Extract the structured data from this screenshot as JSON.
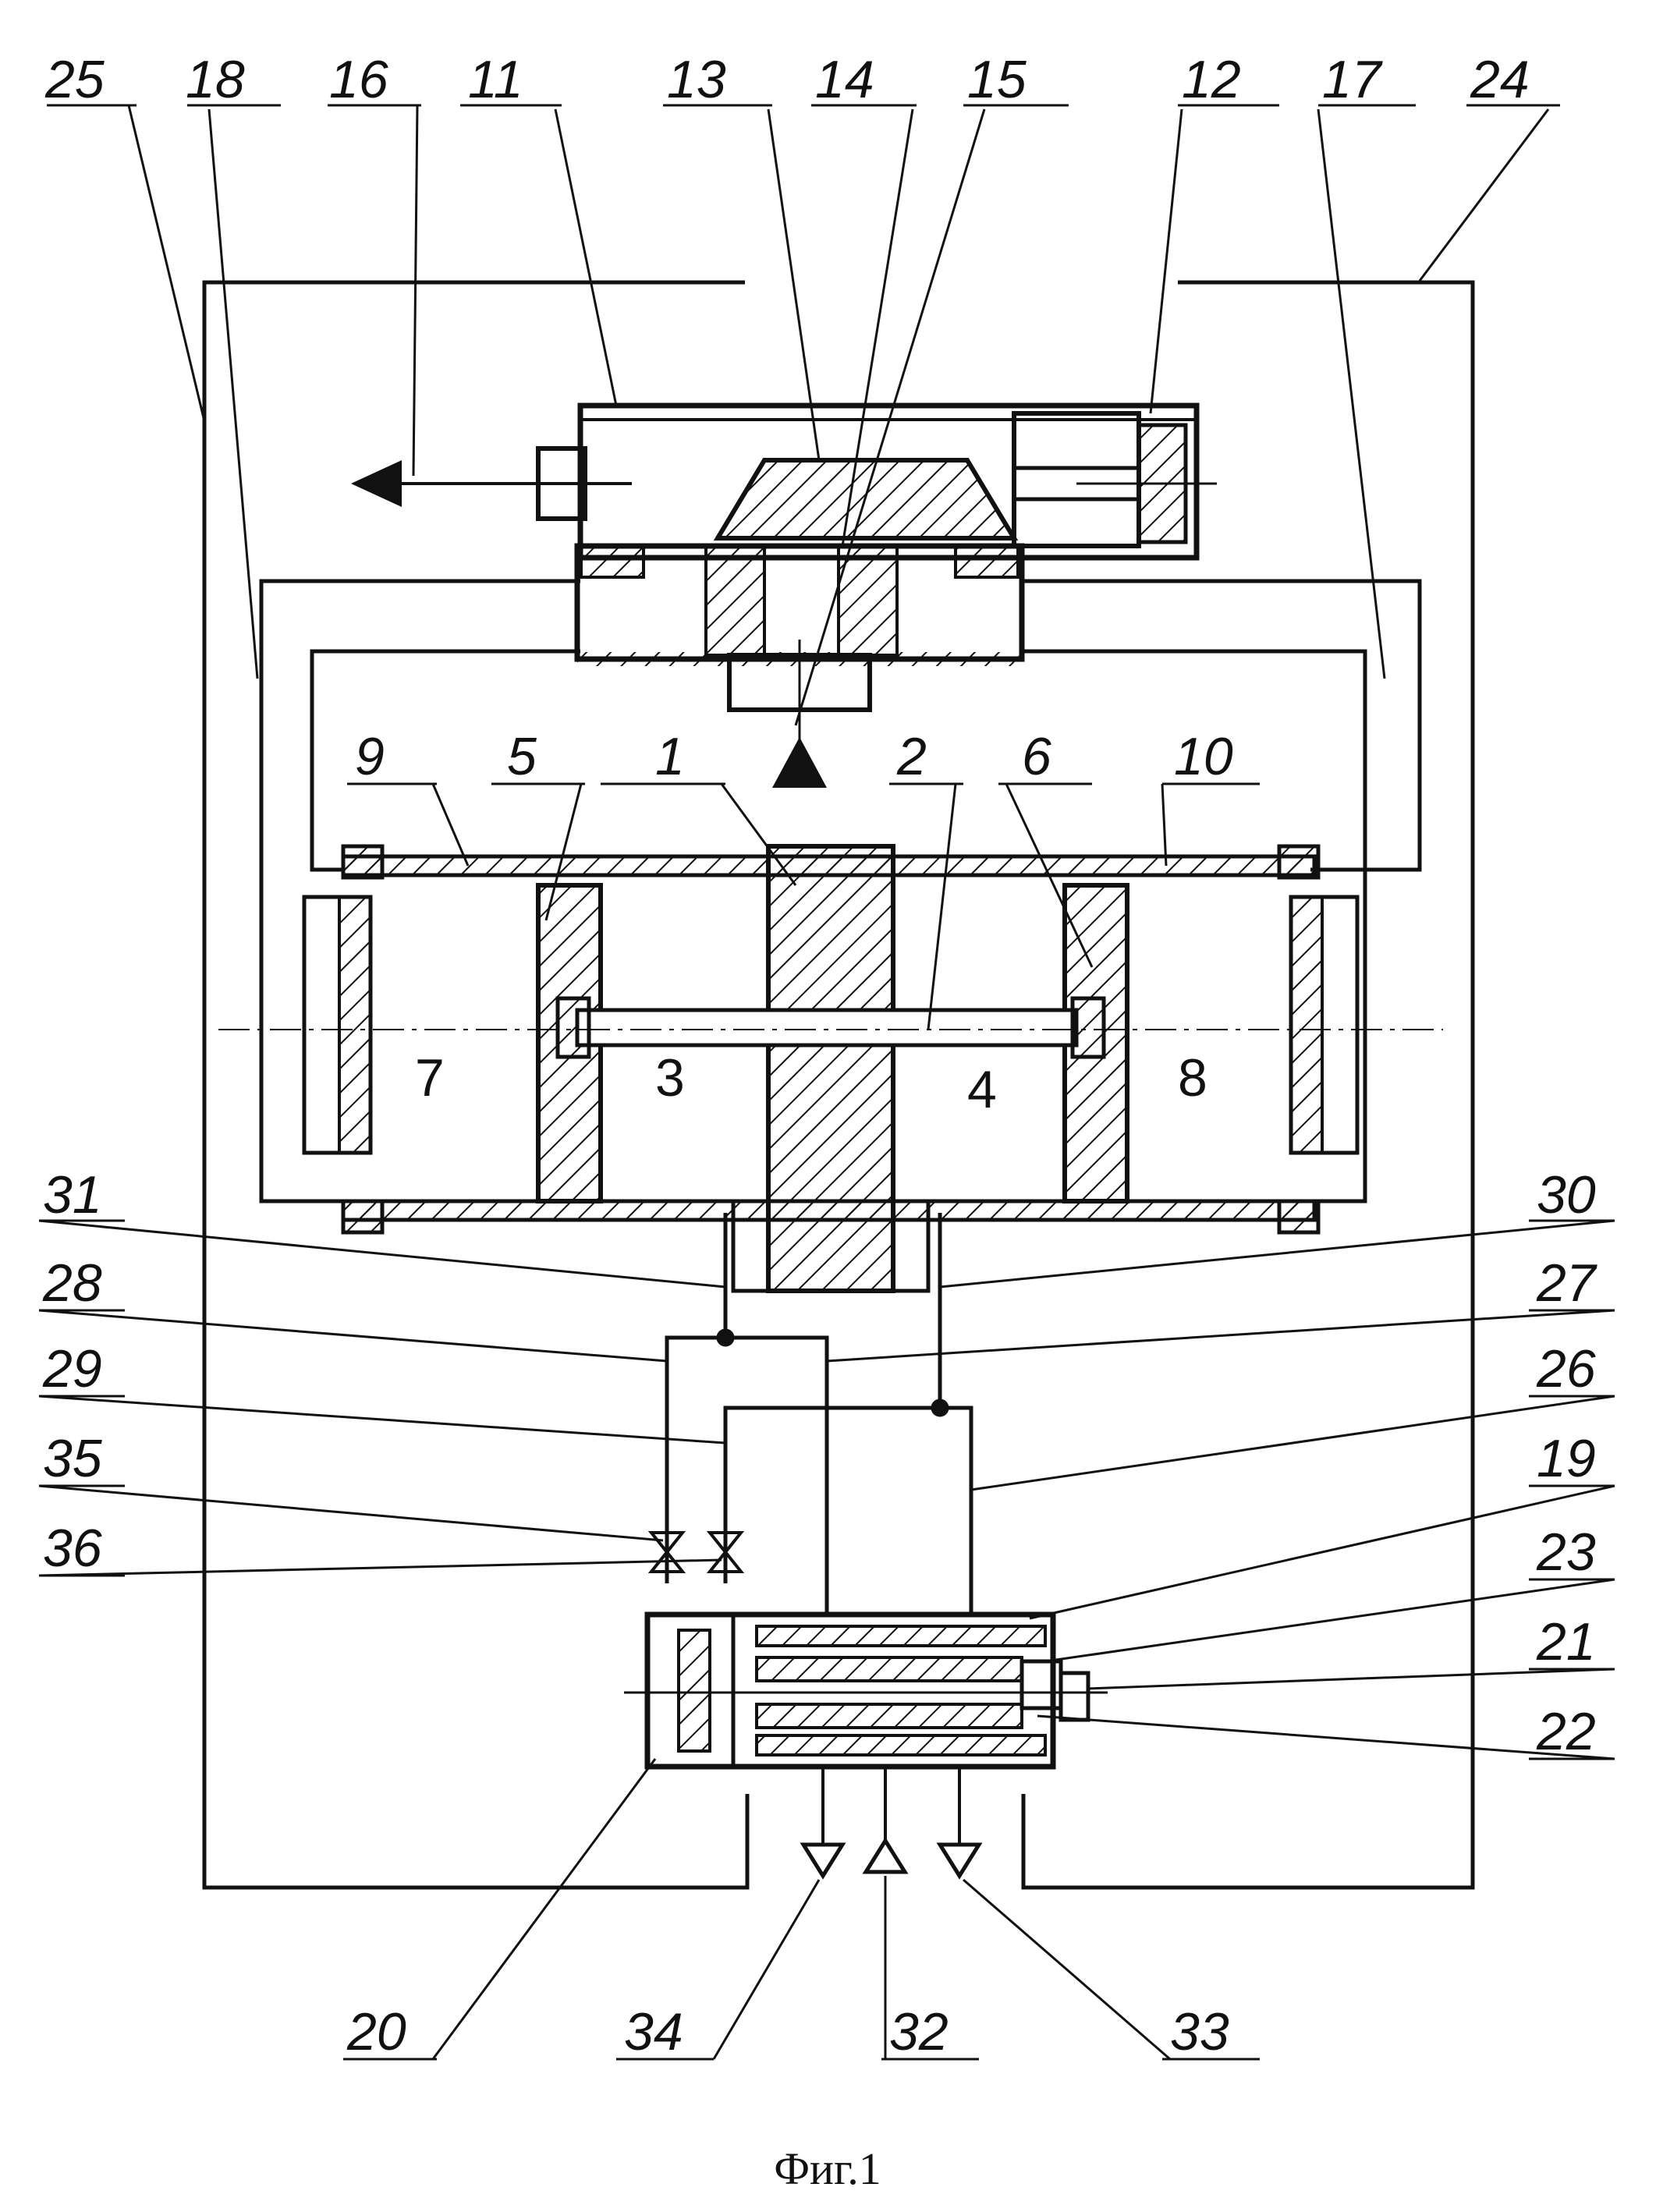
{
  "figure": {
    "caption": "Фиг.1",
    "chamber_labels": [
      "7",
      "3",
      "4",
      "8"
    ],
    "callouts": [
      "25",
      "18",
      "16",
      "11",
      "13",
      "14",
      "15",
      "12",
      "17",
      "24",
      "9",
      "5",
      "1",
      "2",
      "6",
      "10",
      "31",
      "30",
      "28",
      "27",
      "29",
      "26",
      "35",
      "36",
      "19",
      "23",
      "21",
      "22",
      "20",
      "34",
      "32",
      "33"
    ]
  }
}
